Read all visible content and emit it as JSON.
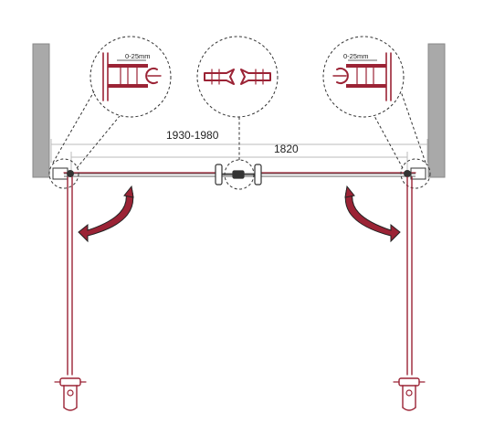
{
  "dimensions": {
    "outer": "1930-1980",
    "inner": "1820",
    "adjust_left": "0-25mm",
    "adjust_right": "0-25mm"
  },
  "colors": {
    "frame": "#9b2335",
    "wall": "#a9a9a9",
    "line": "#333333"
  },
  "icons": {
    "left_arrow": "swing-arrow-icon",
    "right_arrow": "swing-arrow-icon",
    "handle": "handle-icon",
    "magnet_seal": "magnetic-seal-icon",
    "hinge": "hinge-icon"
  }
}
